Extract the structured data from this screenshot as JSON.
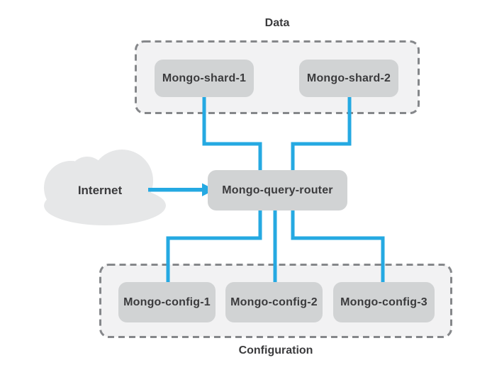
{
  "diagram": {
    "data_group": {
      "label": "Data",
      "nodes": [
        {
          "label": "Mongo-shard-1"
        },
        {
          "label": "Mongo-shard-2"
        }
      ]
    },
    "router": {
      "label": "Mongo-query-router"
    },
    "internet": {
      "label": "Internet"
    },
    "config_group": {
      "label": "Configuration",
      "nodes": [
        {
          "label": "Mongo-config-1"
        },
        {
          "label": "Mongo-config-2"
        },
        {
          "label": "Mongo-config-3"
        }
      ]
    },
    "colors": {
      "connector_blue": "#25a9e2",
      "node_gray": "#d1d3d4",
      "group_fill": "#f2f2f3",
      "group_border": "#85878a",
      "cloud_gray": "#e6e7e8",
      "text_dark": "#3b3b3d"
    }
  }
}
